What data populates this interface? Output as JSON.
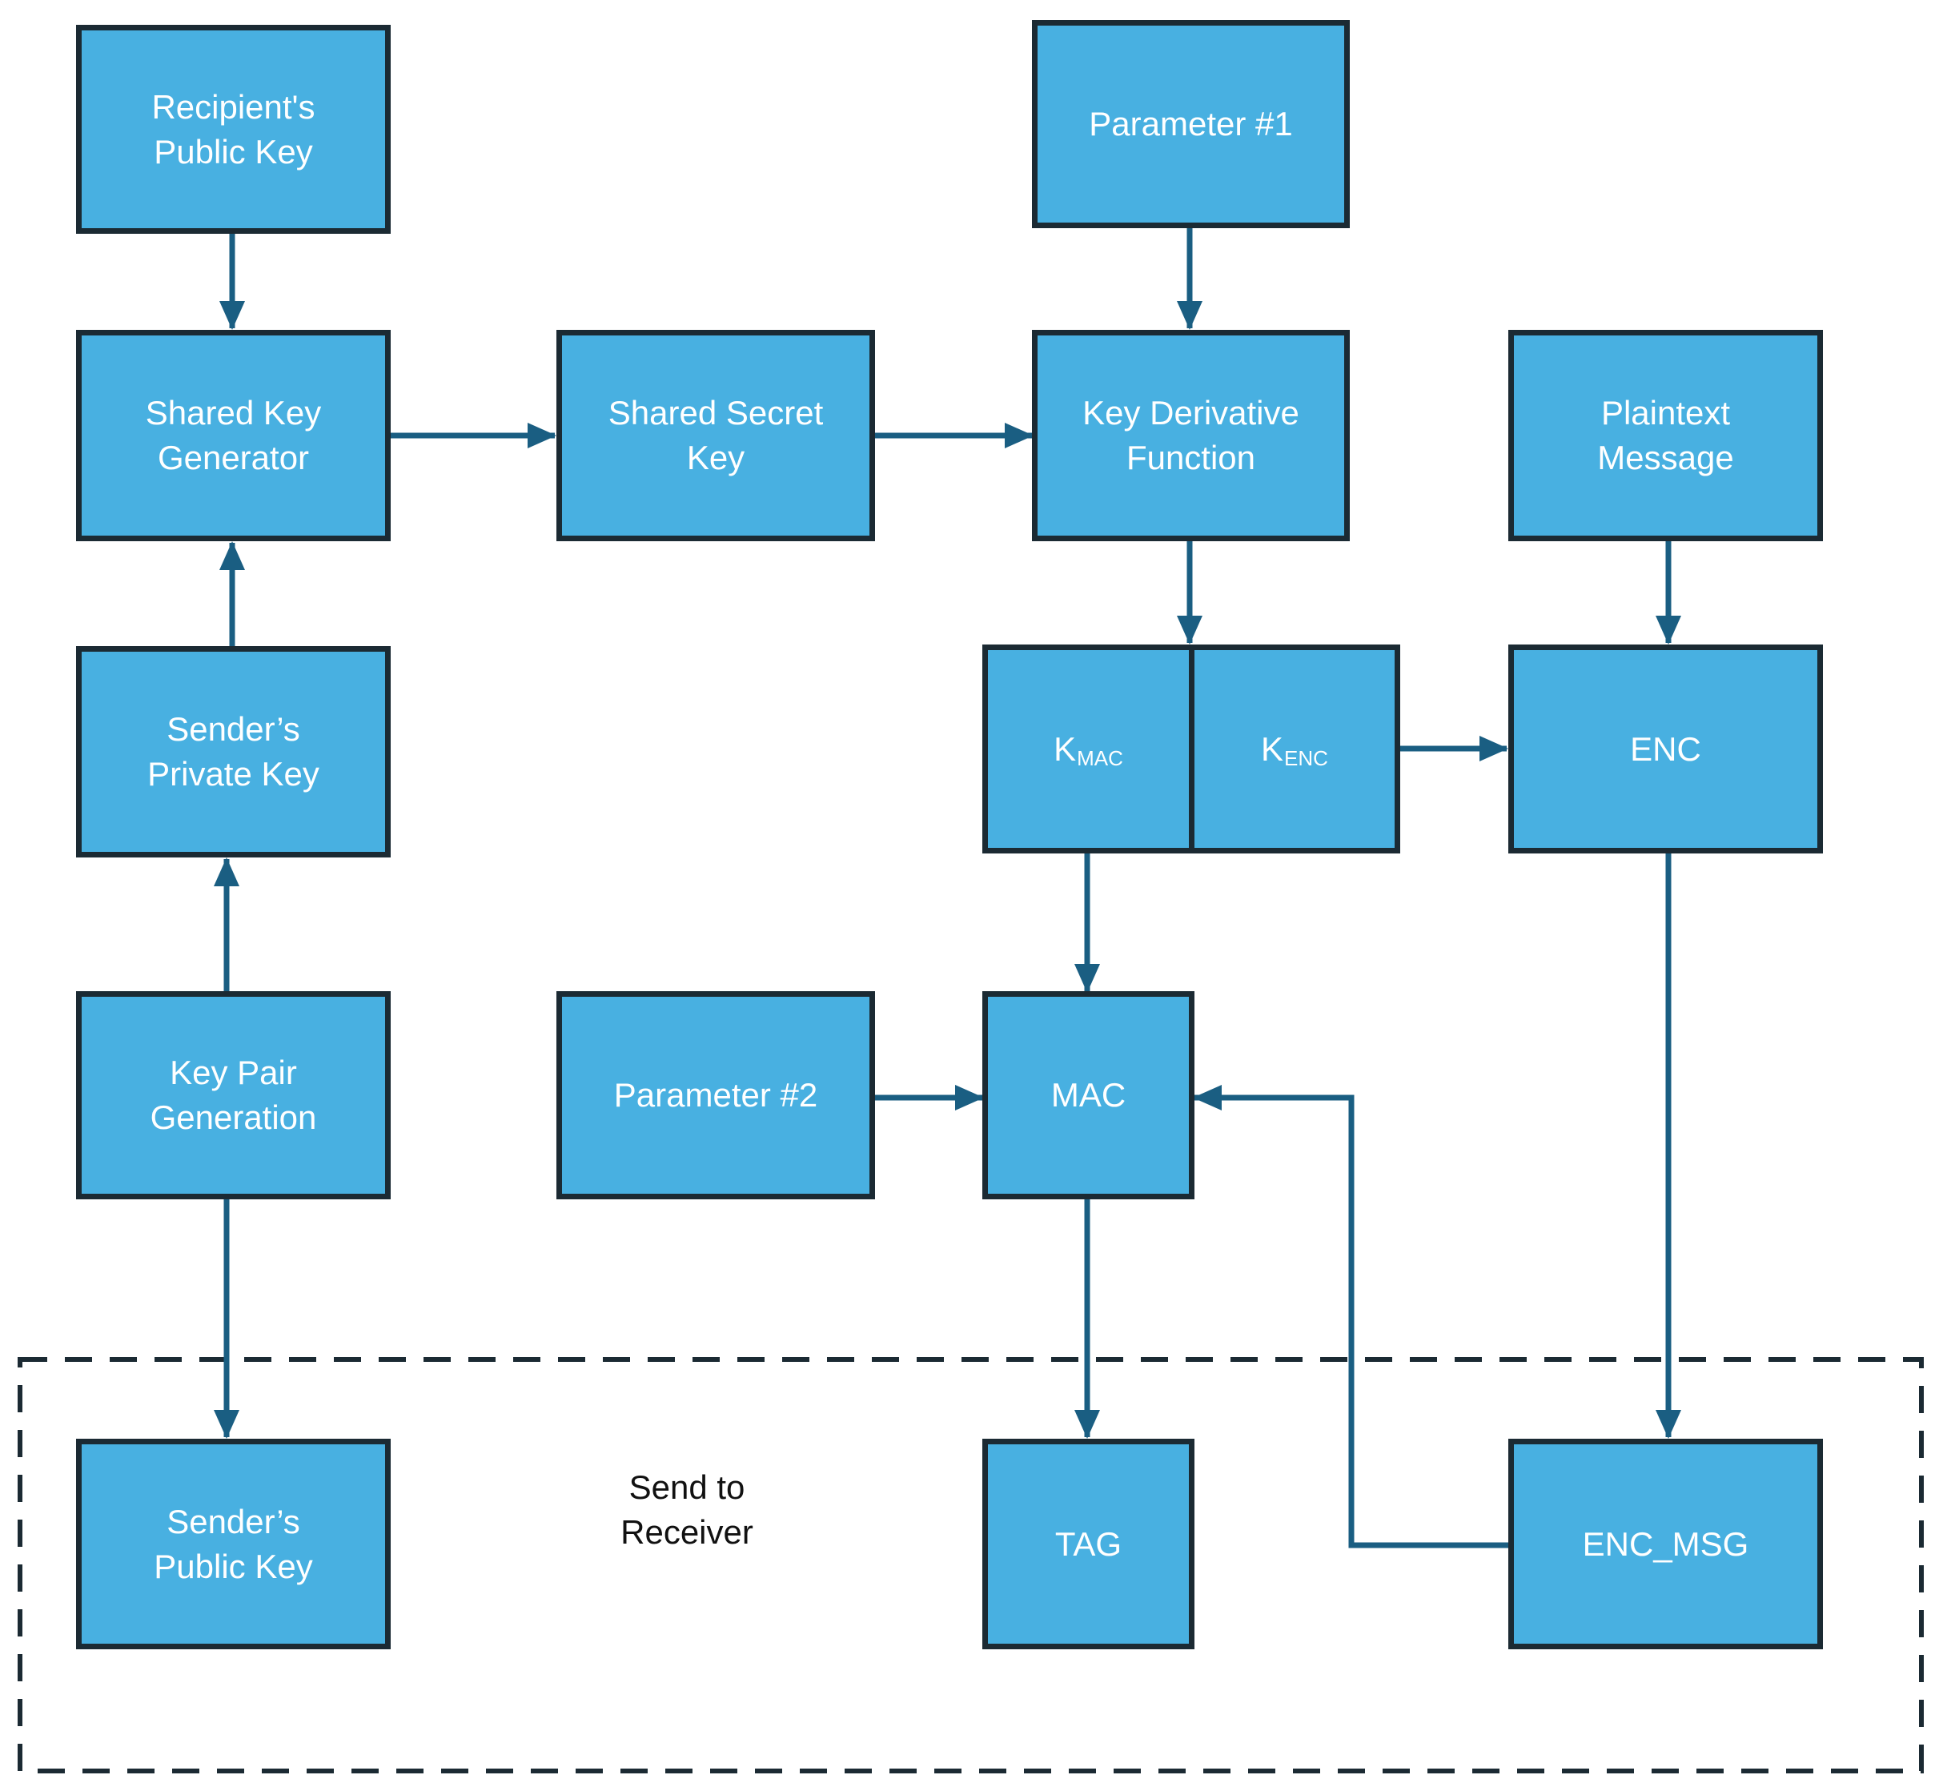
{
  "colors": {
    "box_fill": "#48b0e1",
    "box_border": "#1b2a33",
    "arrow": "#1a5e82",
    "box_text": "#ffffff",
    "region_border": "#1b2a33"
  },
  "nodes": {
    "recipient_public_key": "Recipient's\nPublic Key",
    "shared_key_generator": "Shared Key\nGenerator",
    "senders_private_key": "Sender’s\nPrivate Key",
    "key_pair_generation": "Key Pair\nGeneration",
    "senders_public_key": "Sender’s\nPublic Key",
    "shared_secret_key": "Shared Secret\nKey",
    "parameter_1": "Parameter #1",
    "key_derivative_function": "Key Derivative\nFunction",
    "plaintext_message": "Plaintext\nMessage",
    "k_mac": {
      "base": "K",
      "sub": "MAC"
    },
    "k_enc": {
      "base": "K",
      "sub": "ENC"
    },
    "enc": "ENC",
    "parameter_2": "Parameter #2",
    "mac": "MAC",
    "tag": "TAG",
    "enc_msg": "ENC_MSG"
  },
  "send_region": {
    "label": "Send to\nReceiver"
  }
}
